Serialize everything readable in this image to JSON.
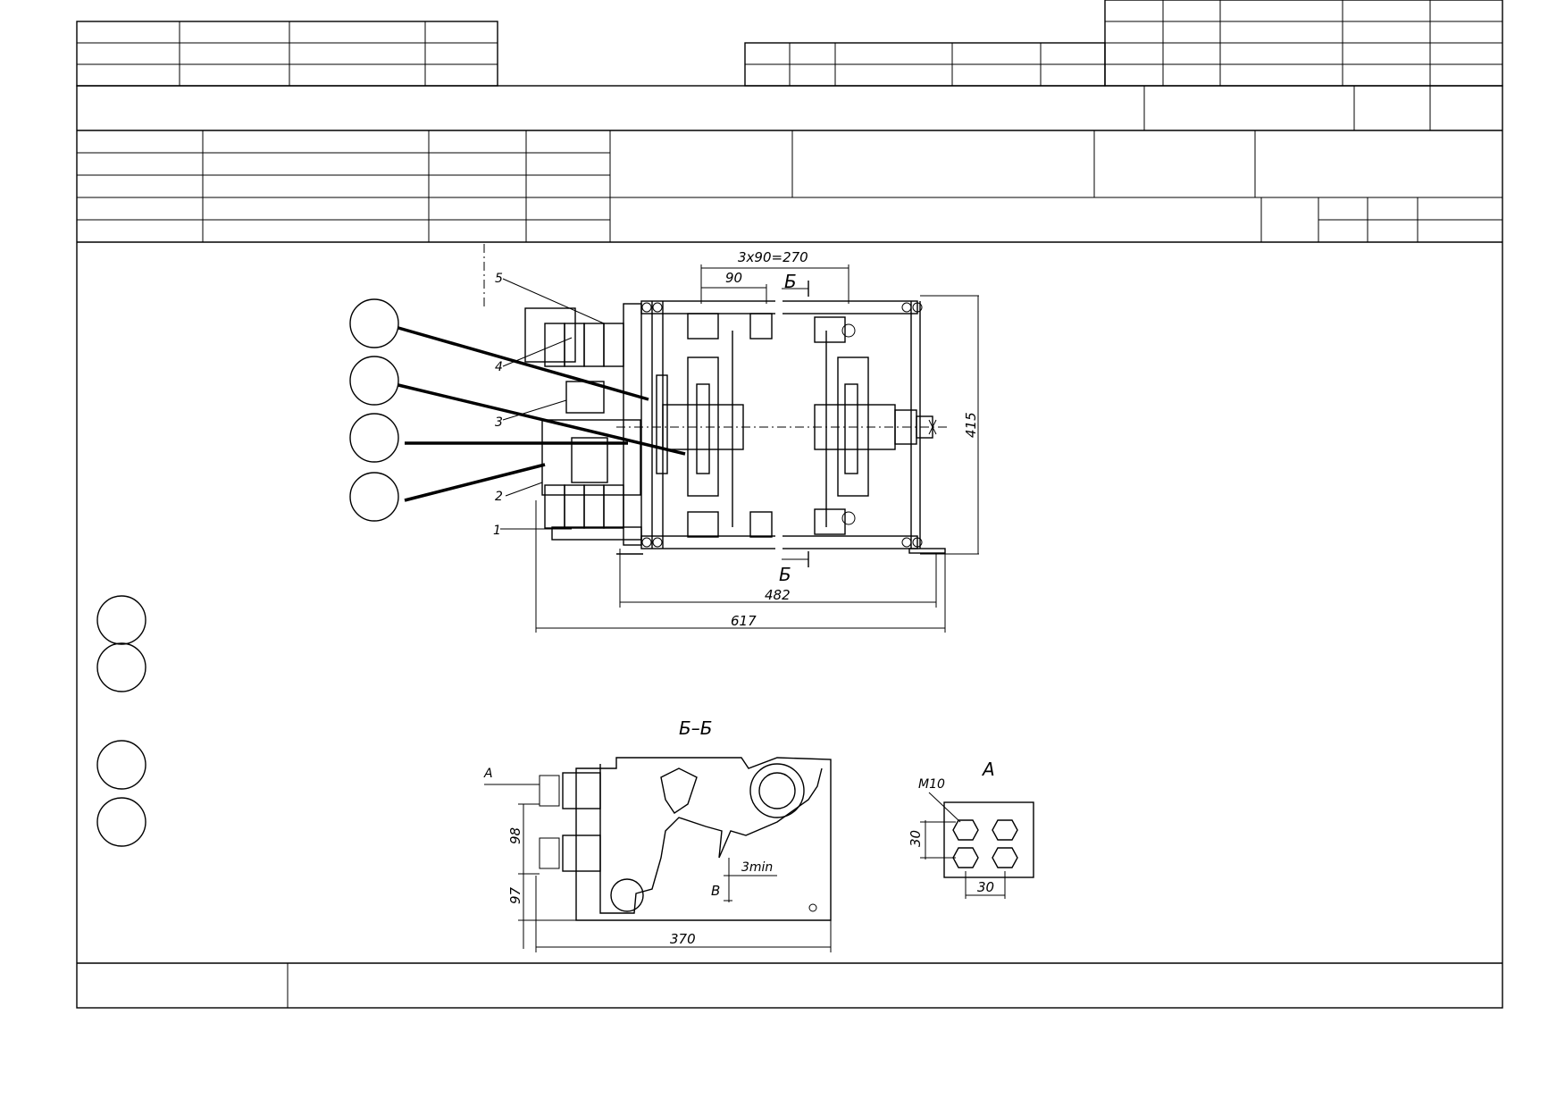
{
  "drawing": {
    "plan_view": {
      "dim_pitch": "3x90=270",
      "dim_90": "90",
      "section_mark": "Б",
      "dim_height": "415",
      "dim_482": "482",
      "dim_617": "617",
      "part_numbers": [
        "5",
        "4",
        "3",
        "2",
        "1"
      ]
    },
    "section_view": {
      "title": "Б–Б",
      "view_arrow": "A",
      "dim_98": "98",
      "dim_97": "97",
      "dim_3min": "3min",
      "mark_b": "В",
      "dim_370": "370"
    },
    "detail_view": {
      "title": "A",
      "thread": "M10",
      "dim_v": "30",
      "dim_h": "30"
    }
  }
}
